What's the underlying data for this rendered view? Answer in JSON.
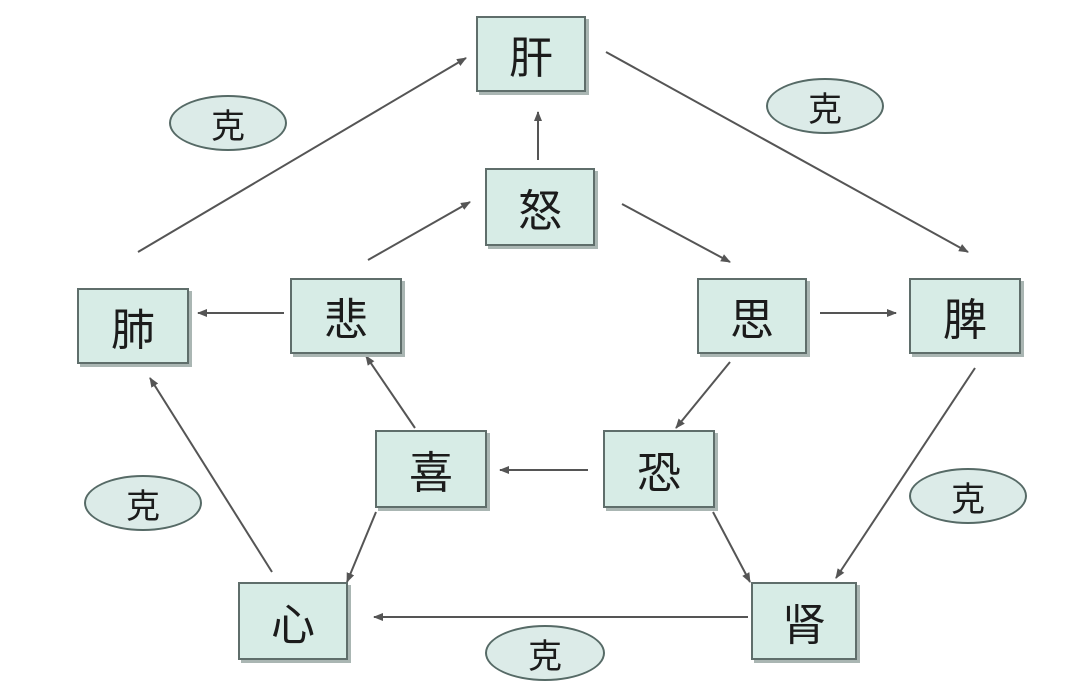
{
  "diagram": {
    "organs": {
      "gan": "肝",
      "pi": "脾",
      "shen": "肾",
      "xin": "心",
      "fei": "肺"
    },
    "emotions": {
      "nu": "怒",
      "si": "思",
      "kong": "恐",
      "xi": "喜",
      "bei": "悲"
    },
    "ke_labels": [
      "克",
      "克",
      "克",
      "克",
      "克"
    ]
  },
  "colors": {
    "box_fill": "#d7ece6",
    "ellipse_fill": "#dcebe8",
    "line": "#555555"
  }
}
